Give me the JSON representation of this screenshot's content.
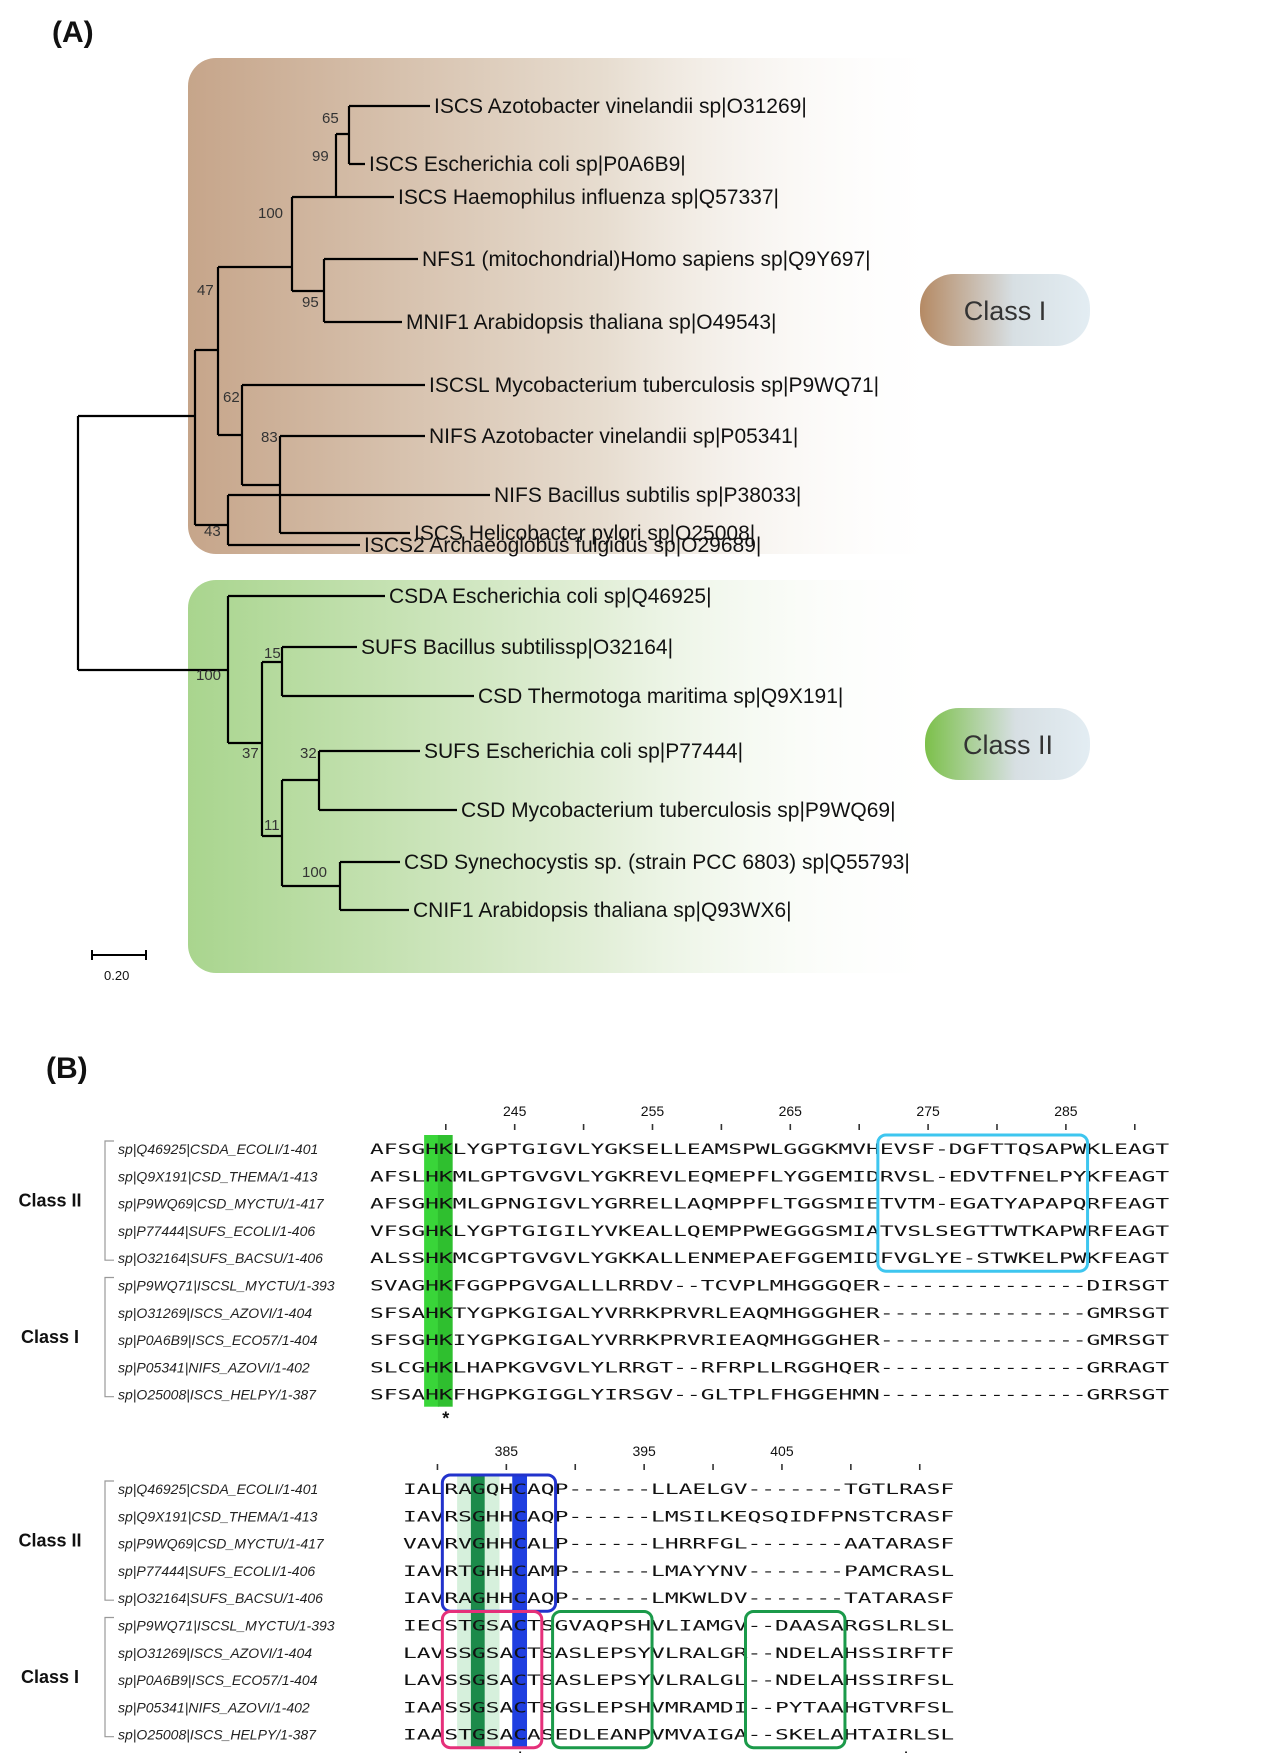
{
  "panelA": {
    "label": "(A)",
    "scale": "0.20",
    "classes": [
      {
        "label": "Class I",
        "color": "#b58a64"
      },
      {
        "label": "Class II",
        "color": "#7cc04a"
      }
    ],
    "leaves": [
      "ISCS Azotobacter vinelandii sp|O31269|",
      "ISCS Escherichia coli sp|P0A6B9|",
      "ISCS Haemophilus influenza sp|Q57337|",
      "NFS1 (mitochondrial)Homo sapiens sp|Q9Y697|",
      "MNIF1 Arabidopsis thaliana sp|O49543|",
      "ISCSL Mycobacterium tuberculosis sp|P9WQ71|",
      "NIFS Azotobacter vinelandii sp|P05341|",
      "ISCS Helicobacter pylori sp|O25008|",
      "NIFS Bacillus subtilis sp|P38033|",
      "ISCS2 Archaeoglobus fulgidus sp|O29689|",
      "CSDA Escherichia coli sp|Q46925|",
      "SUFS Bacillus subtilissp|O32164|",
      "CSD Thermotoga maritima sp|Q9X191|",
      "SUFS Escherichia coli sp|P77444|",
      "CSD Mycobacterium tuberculosis sp|P9WQ69|",
      "CSD Synechocystis sp. (strain PCC 6803) sp|Q55793|",
      "CNIF1 Arabidopsis thaliana sp|Q93WX6|"
    ],
    "bootstrap": [
      "65",
      "99",
      "100",
      "95",
      "47",
      "62",
      "83",
      "43",
      "100",
      "15",
      "37",
      "32",
      "11",
      "100"
    ]
  },
  "panelB": {
    "label": "(B)",
    "star": "*",
    "groups": [
      "Class II",
      "Class I"
    ],
    "names": [
      "sp|Q46925|CSDA_ECOLI/1-401",
      "sp|Q9X191|CSD_THEMA/1-413",
      "sp|P9WQ69|CSD_MYCTU/1-417",
      "sp|P77444|SUFS_ECOLI/1-406",
      "sp|O32164|SUFS_BACSU/1-406",
      "sp|P9WQ71|ISCSL_MYCTU/1-393",
      "sp|O31269|ISCS_AZOVI/1-404",
      "sp|P0A6B9|ISCS_ECO57/1-404",
      "sp|P05341|NIFS_AZOVI/1-402",
      "sp|O25008|ISCS_HELPY/1-387"
    ],
    "block1": {
      "ticks": [
        "245",
        "255",
        "265",
        "275",
        "285"
      ],
      "seqs": [
        "AFSGHKLYGPTGIGVLYGKSELLEAMSPWLGGGKMVHEVSF-DGFTTQSAPWKLEAGT",
        "AFSLHKMLGPTGVGVLYGKREVLEQMEPFLYGGEMIDRVSL-EDVTFNELPYKFEAGT",
        "AFSGHKMLGPNGIGVLYGRRELLAQMPPFLTGGSMIETVTM-EGATYAPAPQRFEAGT",
        "VFSGHKLYGPTGIGILYVKEALLQEMPPWEGGGSMIATVSLSEGTTWTKAPWRFEAGT",
        "ALSSHKMCGPTGVGVLYGKKALLENMEPAEFGGEMIDFVGLYE-STWKELPWKFEAGT",
        "SVAGHKFGGPPGVGALLLRRDV--TCVPLMHGGGQER---------------DIRSGT",
        "SFSAHKTYGPKGIGALYVRRKPRVRLEAQMHGGGHER---------------GMRSGT",
        "SFSGHKIYGPKGIGALYVRRKPRVRIEAQMHGGGHER---------------GMRSGT",
        "SLCGHKLHAPKGVGVLYLRRGT--RFRPLLRGGHQER---------------GRRAGT",
        "SFSAHKFHGPKGIGGLYIRSGV--GLTPLFHGGEHMN---------------GRRSGT"
      ]
    },
    "block2": {
      "ticks": [
        "385",
        "395",
        "405"
      ],
      "seqs": [
        "IALRAGQHCAQP------LLAELGV-------TGTLRASF",
        "IAVRSGHHCAQP------LMSILKEQSQIDFPNSTCRASF",
        "VAVRVGHHCALP------LHRRFGL-------AATARASF",
        "IAVRTGHHCAMP------LMAYYNV-------PAMCRASL",
        "IAVRAGHHCAQP------LMKWLDV-------TATARASF",
        "IECSTGSACTSGVAQPSHVLIAMGV--DAASARGSLRLSL",
        "LAVSSGSACTSASLEPSYVLRALGR--NDELAHSSIRFTF",
        "LAVSSGSACTSASLEPSYVLRALGL--NDELAHSSIRFSL",
        "IAASSGSACTSGSLEPSHVMRAMDI--PYTAAHGTVRFSL",
        "IAASTGSACASEDLEANPVMVAIGA--SKELAHTAIRLSL"
      ]
    }
  }
}
